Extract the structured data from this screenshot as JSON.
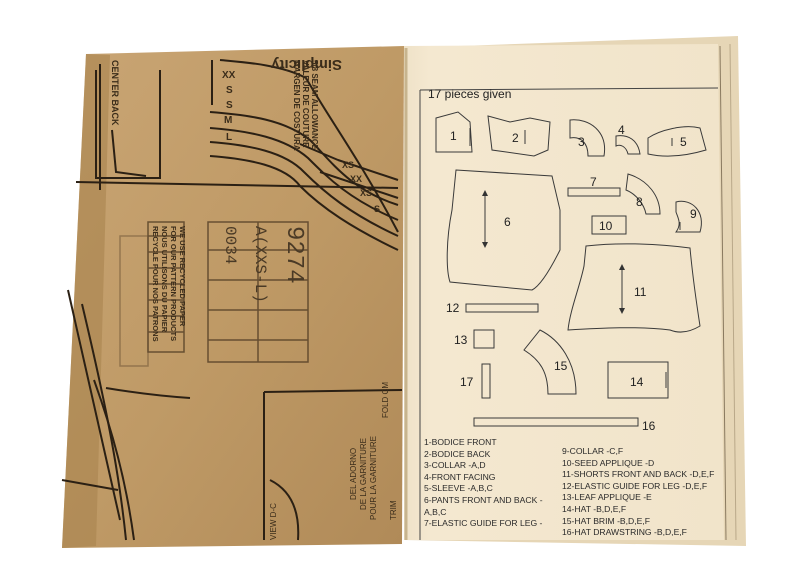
{
  "envelope": {
    "brand": "Simplicity",
    "allowance_lines": [
      "5/8 SEAM ALLOWANCE",
      "VALEUR DE COUTURE",
      "MARGEN DE COSTURA"
    ],
    "size_labels": [
      "XX",
      "S",
      "S",
      "M",
      "L",
      "XS",
      "XX",
      "XS",
      "S"
    ],
    "center_back": "CENTER BACK",
    "pattern_number": "9274",
    "size_range": "A(XXS-L)",
    "code": "0034",
    "recycle_note": [
      "WE USE RECYCLED PAPER",
      "FOR OUR PATTERN PRODUCTS",
      "NOUS UTILISONS DU PAPIER",
      "RECYCLE POUR NOS PATRONS"
    ],
    "trim_lines": [
      "FOLD CM",
      "TRIM",
      "DE LA GARNITURE",
      "POUR LA GARNITURE",
      "DEL ADORNO"
    ],
    "view_label": "VIEW D-C"
  },
  "guide": {
    "pieces_given": "17 pieces given",
    "piece_numbers": [
      "1",
      "2",
      "3",
      "4",
      "5",
      "6",
      "7",
      "8",
      "9",
      "10",
      "11",
      "12",
      "13",
      "14",
      "15",
      "16",
      "17"
    ],
    "legend_left": [
      "1-BODICE FRONT",
      "2-BODICE BACK",
      "3-COLLAR -A,D",
      "4-FRONT FACING",
      "5-SLEEVE -A,B,C",
      "6-PANTS FRONT AND BACK -",
      "   A,B,C",
      "7-ELASTIC GUIDE FOR LEG -"
    ],
    "legend_right": [
      "9-COLLAR -C,F",
      "10-SEED APPLIQUE -D",
      "11-SHORTS FRONT AND BACK -D,E,F",
      "12-ELASTIC GUIDE FOR LEG -D,E,F",
      "13-LEAF APPLIQUE -E",
      "14-HAT -B,D,E,F",
      "15-HAT BRIM -B,D,E,F",
      "16-HAT DRAWSTRING -B,D,E,F"
    ]
  }
}
